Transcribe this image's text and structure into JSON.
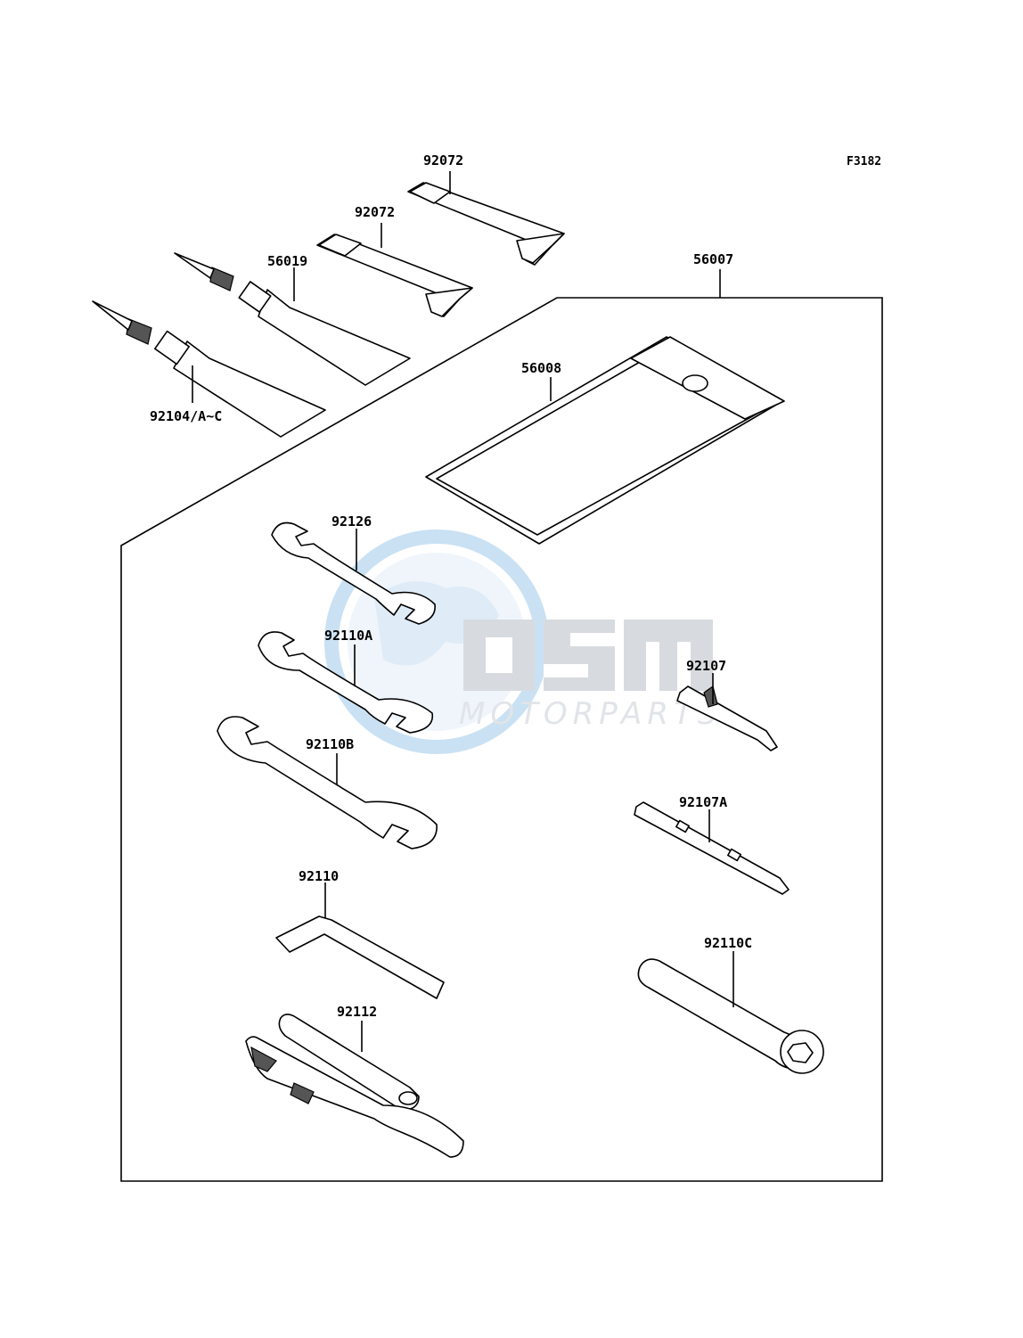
{
  "diagram_code": "F3182",
  "watermark": {
    "brand": "OSM",
    "subtitle": "MOTORPARTS"
  },
  "parts": {
    "strap_upper": "92072",
    "strap_lower": "92072",
    "tube_small": "56019",
    "tube_large": "92104/A~C",
    "tool_kit": "56007",
    "tool_bag": "56008",
    "wrench_small": "92126",
    "wrench_medium": "92110A",
    "wrench_large": "92110B",
    "hex_key": "92110",
    "pliers": "92112",
    "screwdriver": "92107",
    "screwdriver_blade": "92107A",
    "plug_wrench": "92110C"
  }
}
